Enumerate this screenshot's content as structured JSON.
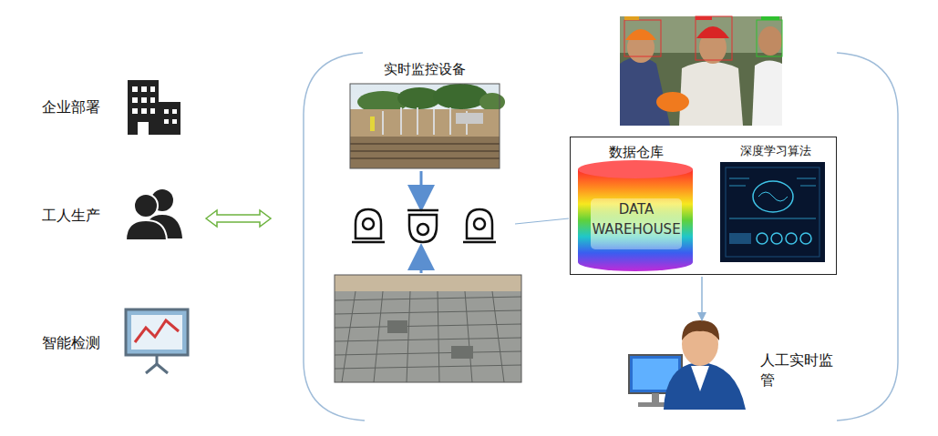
{
  "diagram": {
    "nodes": [
      {
        "text": [
          "实时监控设备"
        ]
      },
      {
        "text": [
          "数据仓库",
          "DATA WAREHOUSE",
          "深度学习算法"
        ]
      },
      {
        "text": [
          "人工实时监管"
        ]
      }
    ],
    "edges": [
      {
        "from": 1,
        "to": 2,
        "arrow": "to"
      }
    ],
    "labels": [
      "企业部署",
      "工人生产",
      "智能检测"
    ]
  }
}
